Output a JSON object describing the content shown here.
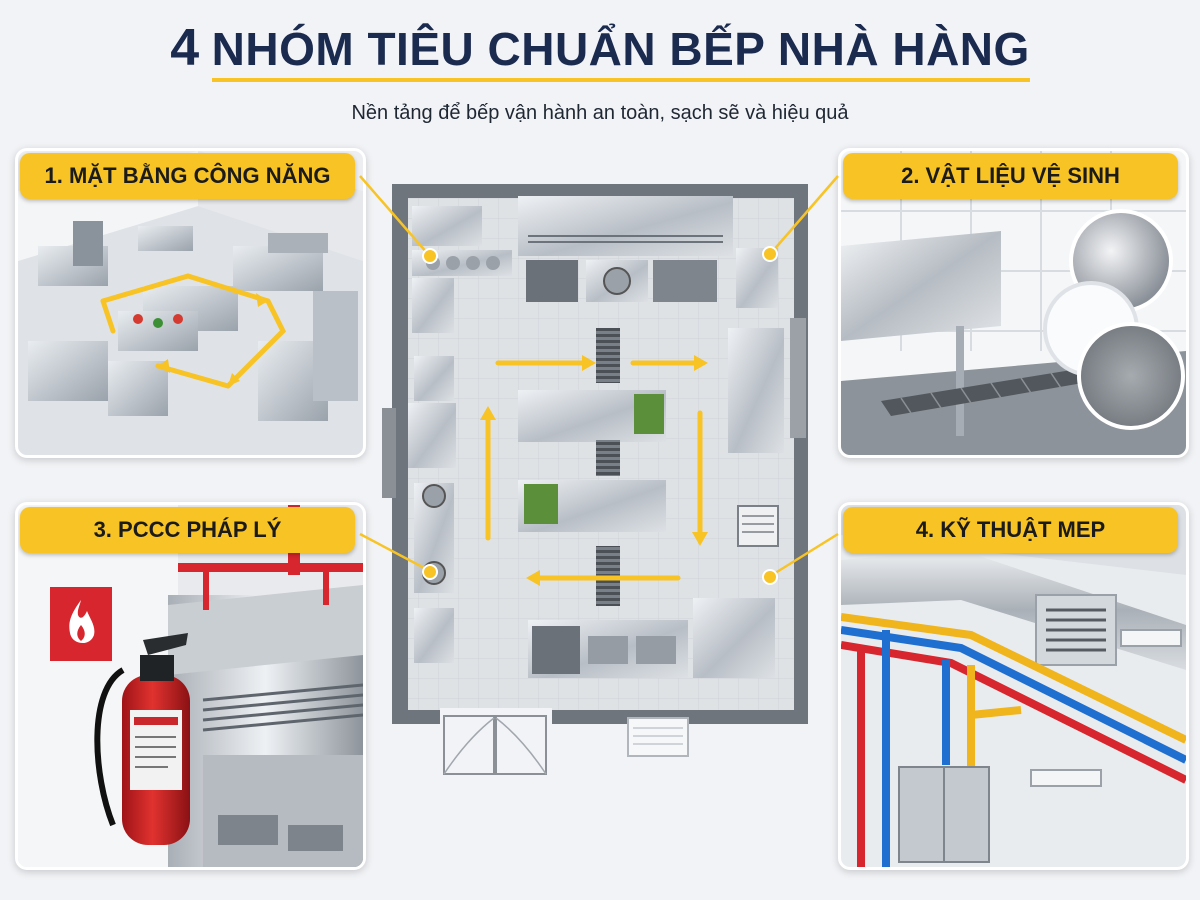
{
  "header": {
    "title_number": "4",
    "title_text": "NHÓM TIÊU CHUẨN BẾP NHÀ HÀNG",
    "subtitle": "Nền tảng để bếp vận hành an toàn, sạch sẽ và hiệu quả"
  },
  "panels": {
    "layout": {
      "label": "1. MẶT BẰNG CÔNG NĂNG"
    },
    "materials": {
      "label": "2. VẬT LIỆU VỆ SINH"
    },
    "fire": {
      "label": "3. PCCC PHÁP LÝ"
    },
    "mep": {
      "label": "4. KỸ THUẬT MEP"
    }
  },
  "colors": {
    "accent": "#f7c325",
    "title": "#1b2a4f",
    "steel": "#b8bec6",
    "wall": "#6f757c",
    "fire_red": "#d7262d",
    "pipe_blue": "#1f6fd1",
    "pipe_yellow": "#f0b51c"
  },
  "icons": [
    "flame-icon",
    "fire-extinguisher-icon",
    "workflow-arrow-icon",
    "door-icon"
  ]
}
